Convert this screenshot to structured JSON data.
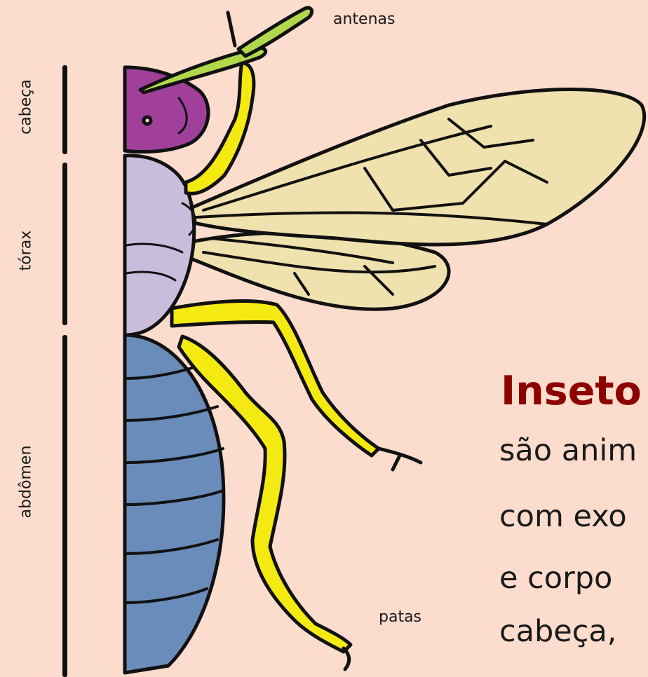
{
  "labels": {
    "head": "cabeça",
    "thorax": "tórax",
    "abdomen": "abdômen",
    "antennae": "antenas",
    "legs": "patas"
  },
  "title": "Inseto",
  "description": [
    "são anim",
    "com exo",
    "e corpo",
    "cabeça,"
  ],
  "colors": {
    "background": "#fcdccd",
    "head": "#a0409a",
    "thorax": "#c8bedc",
    "abdomen": "#6a8cba",
    "wings": "#f0e2ae",
    "legs": "#f4ea12",
    "antennae": "#b0d84a",
    "title": "#8c0000"
  }
}
